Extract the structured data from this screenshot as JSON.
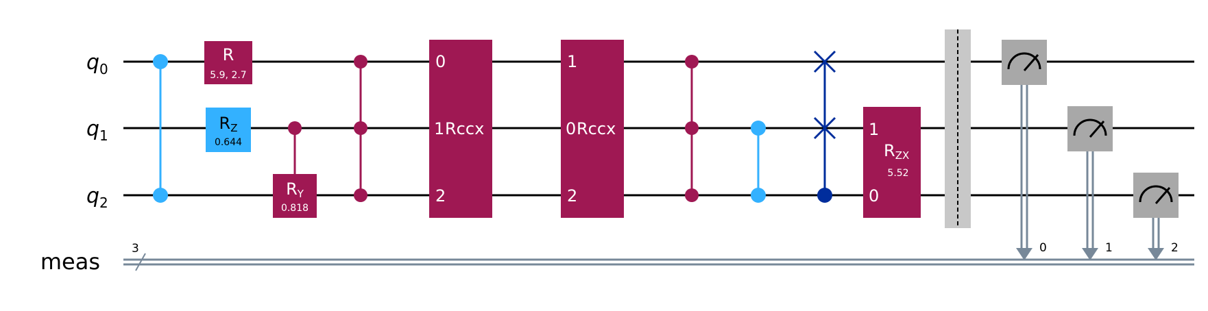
{
  "colors": {
    "wire": "#000000",
    "classical": "#778899",
    "cyan": "#33b1ff",
    "magenta": "#9f1853",
    "navy": "#002d9c",
    "measure": "#a8a8a8",
    "barrier": "#c8c8c8"
  },
  "wires": [
    {
      "letter": "q",
      "sub": "0"
    },
    {
      "letter": "q",
      "sub": "1"
    },
    {
      "letter": "q",
      "sub": "2"
    }
  ],
  "classical": {
    "name": "meas",
    "size": "3"
  },
  "gates": {
    "r": {
      "name": "R",
      "params": "5.9, 2.7"
    },
    "rz": {
      "name": "R",
      "sub": "Z",
      "params": "0.644"
    },
    "ry": {
      "name": "R",
      "sub": "Y",
      "params": "0.818"
    },
    "rccx1": {
      "name": "Rccx",
      "labels": [
        "0",
        "1",
        "2"
      ]
    },
    "rccx2": {
      "name": "Rccx",
      "labels": [
        "1",
        "0",
        "2"
      ]
    },
    "rzx": {
      "name": "R",
      "sub": "ZX",
      "params": "5.52",
      "labels": [
        "1",
        "0"
      ]
    }
  },
  "measure_bits": [
    "0",
    "1",
    "2"
  ],
  "icons": {
    "measure": "meter-icon",
    "swap": "cross-icon",
    "control": "dot-icon"
  }
}
